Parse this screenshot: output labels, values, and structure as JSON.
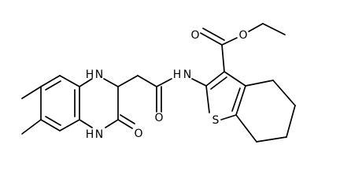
{
  "labels": {
    "o_ester_carbonyl": "O",
    "o_ester_ether": "O",
    "nh_quinox_top": "H",
    "n_quinox_top": "N",
    "nh_quinox_bottom": "H",
    "n_quinox_bottom": "N",
    "o_lactam": "O",
    "o_amide": "O",
    "h_amide": "H",
    "n_amide": "N",
    "s_thiophene": "S"
  },
  "colors": {
    "ink": "#000000",
    "background": "#ffffff"
  }
}
